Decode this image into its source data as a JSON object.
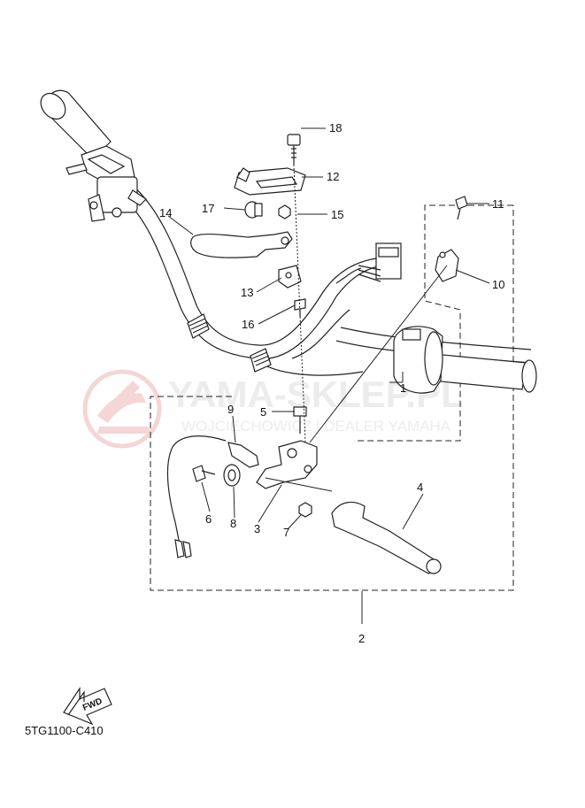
{
  "diagram": {
    "callouts": [
      "1",
      "2",
      "3",
      "4",
      "5",
      "6",
      "7",
      "8",
      "9",
      "10",
      "11",
      "12",
      "13",
      "14",
      "15",
      "16",
      "17",
      "18"
    ],
    "part_code": "5TG1100-C410",
    "fwd_label": "FWD",
    "watermark": {
      "title": "YAMA-SKLEP.PL",
      "subtitle": "WOJCIECHOWICZ | DEALER YAMAHA"
    }
  }
}
